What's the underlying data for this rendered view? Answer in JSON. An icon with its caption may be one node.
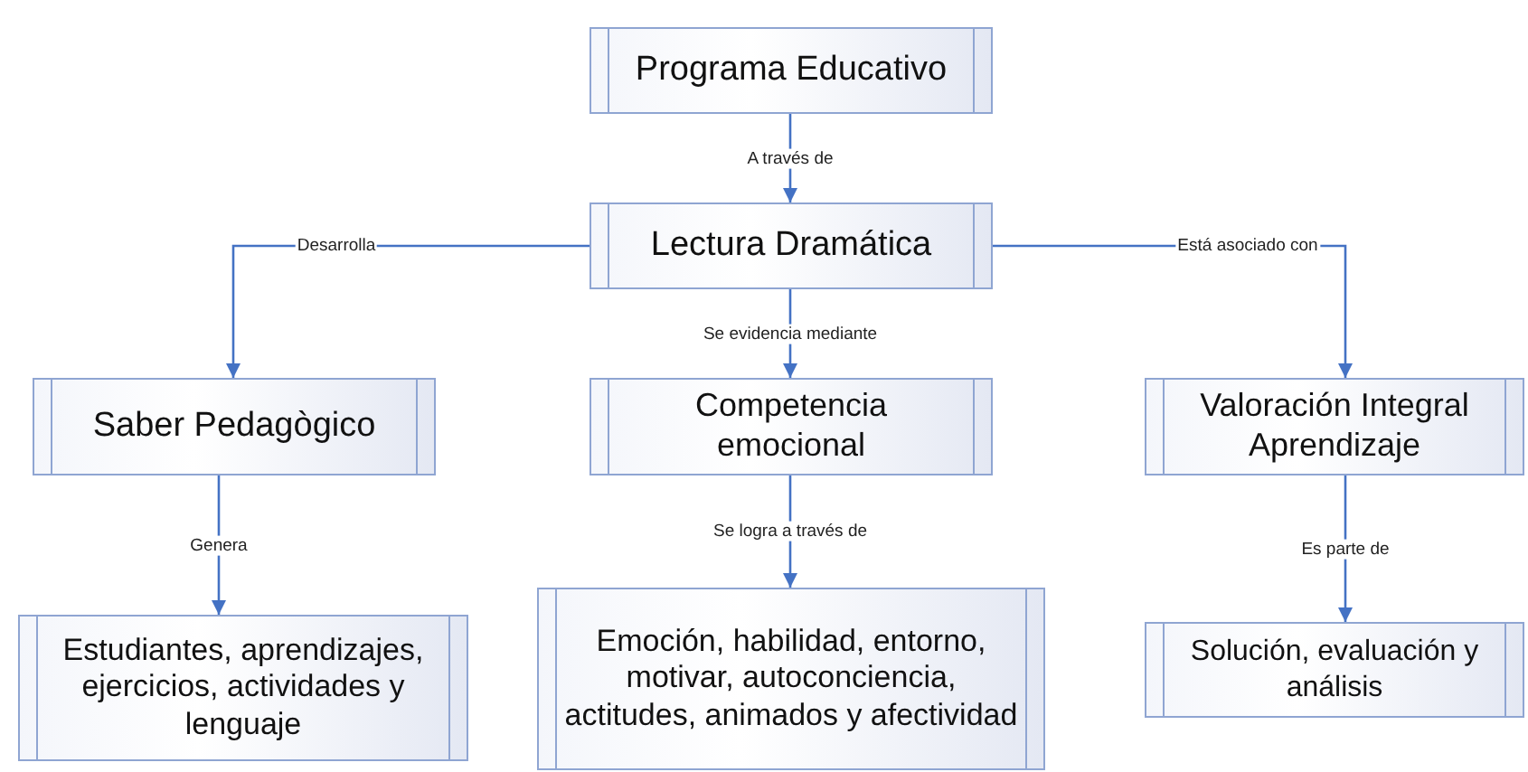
{
  "diagram": {
    "nodes": [
      {
        "text": [
          "Programa Educativo"
        ]
      },
      {
        "text": [
          "Lectura Dramática"
        ]
      },
      {
        "text": [
          "Saber Pedagògico"
        ]
      },
      {
        "text": [
          "Competencia emocional"
        ]
      },
      {
        "text": [
          "Valoración Integral Aprendizaje"
        ]
      },
      {
        "text": [
          "Estudiantes, aprendizajes, ejercicios, actividades y lenguaje"
        ]
      },
      {
        "text": [
          "Emoción, habilidad, entorno, motivar, autoconciencia, actitudes, animados y afectividad"
        ]
      },
      {
        "text": [
          "Solución, evaluación y análisis"
        ]
      }
    ],
    "edges": [
      {
        "from": 0,
        "to": 1,
        "arrow": "to",
        "label": "A través de"
      },
      {
        "from": 1,
        "to": 2,
        "arrow": "to",
        "label": "Desarrolla"
      },
      {
        "from": 1,
        "to": 3,
        "arrow": "to",
        "label": "Se evidencia mediante"
      },
      {
        "from": 1,
        "to": 4,
        "arrow": "to",
        "label": "Está asociado con"
      },
      {
        "from": 2,
        "to": 5,
        "arrow": "to",
        "label": "Genera"
      },
      {
        "from": 3,
        "to": 6,
        "arrow": "to",
        "label": "Se logra a través de"
      },
      {
        "from": 4,
        "to": 7,
        "arrow": "to",
        "label": "Es parte de"
      }
    ]
  }
}
